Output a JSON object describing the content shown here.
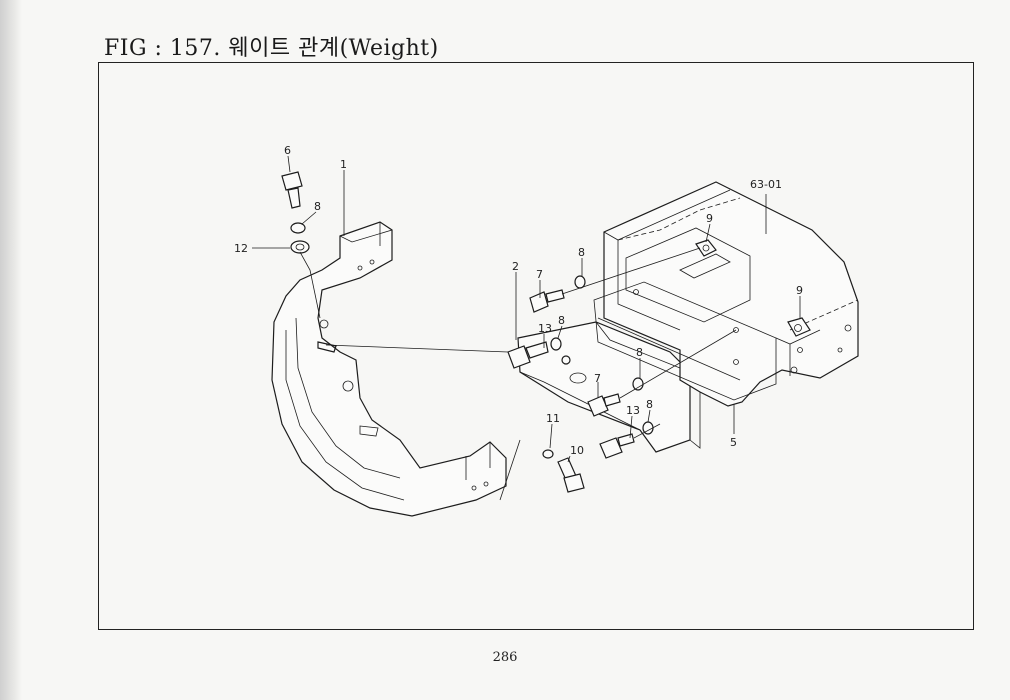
{
  "header": {
    "title": "FIG : 157. 웨이트 관계(Weight)"
  },
  "footer": {
    "page_number": "286"
  },
  "callouts": [
    {
      "key": "c6",
      "label": "6"
    },
    {
      "key": "c1",
      "label": "1"
    },
    {
      "key": "c8a",
      "label": "8"
    },
    {
      "key": "c12",
      "label": "12"
    },
    {
      "key": "c2",
      "label": "2"
    },
    {
      "key": "c7a",
      "label": "7"
    },
    {
      "key": "c8b",
      "label": "8"
    },
    {
      "key": "c9a",
      "label": "9"
    },
    {
      "key": "c6301",
      "label": "63-01"
    },
    {
      "key": "c9b",
      "label": "9"
    },
    {
      "key": "c13a",
      "label": "13"
    },
    {
      "key": "c8c",
      "label": "8"
    },
    {
      "key": "c8d",
      "label": "8"
    },
    {
      "key": "c7b",
      "label": "7"
    },
    {
      "key": "c13b",
      "label": "13"
    },
    {
      "key": "c8e",
      "label": "8"
    },
    {
      "key": "c5",
      "label": "5"
    },
    {
      "key": "c11",
      "label": "11"
    },
    {
      "key": "c10",
      "label": "10"
    }
  ]
}
